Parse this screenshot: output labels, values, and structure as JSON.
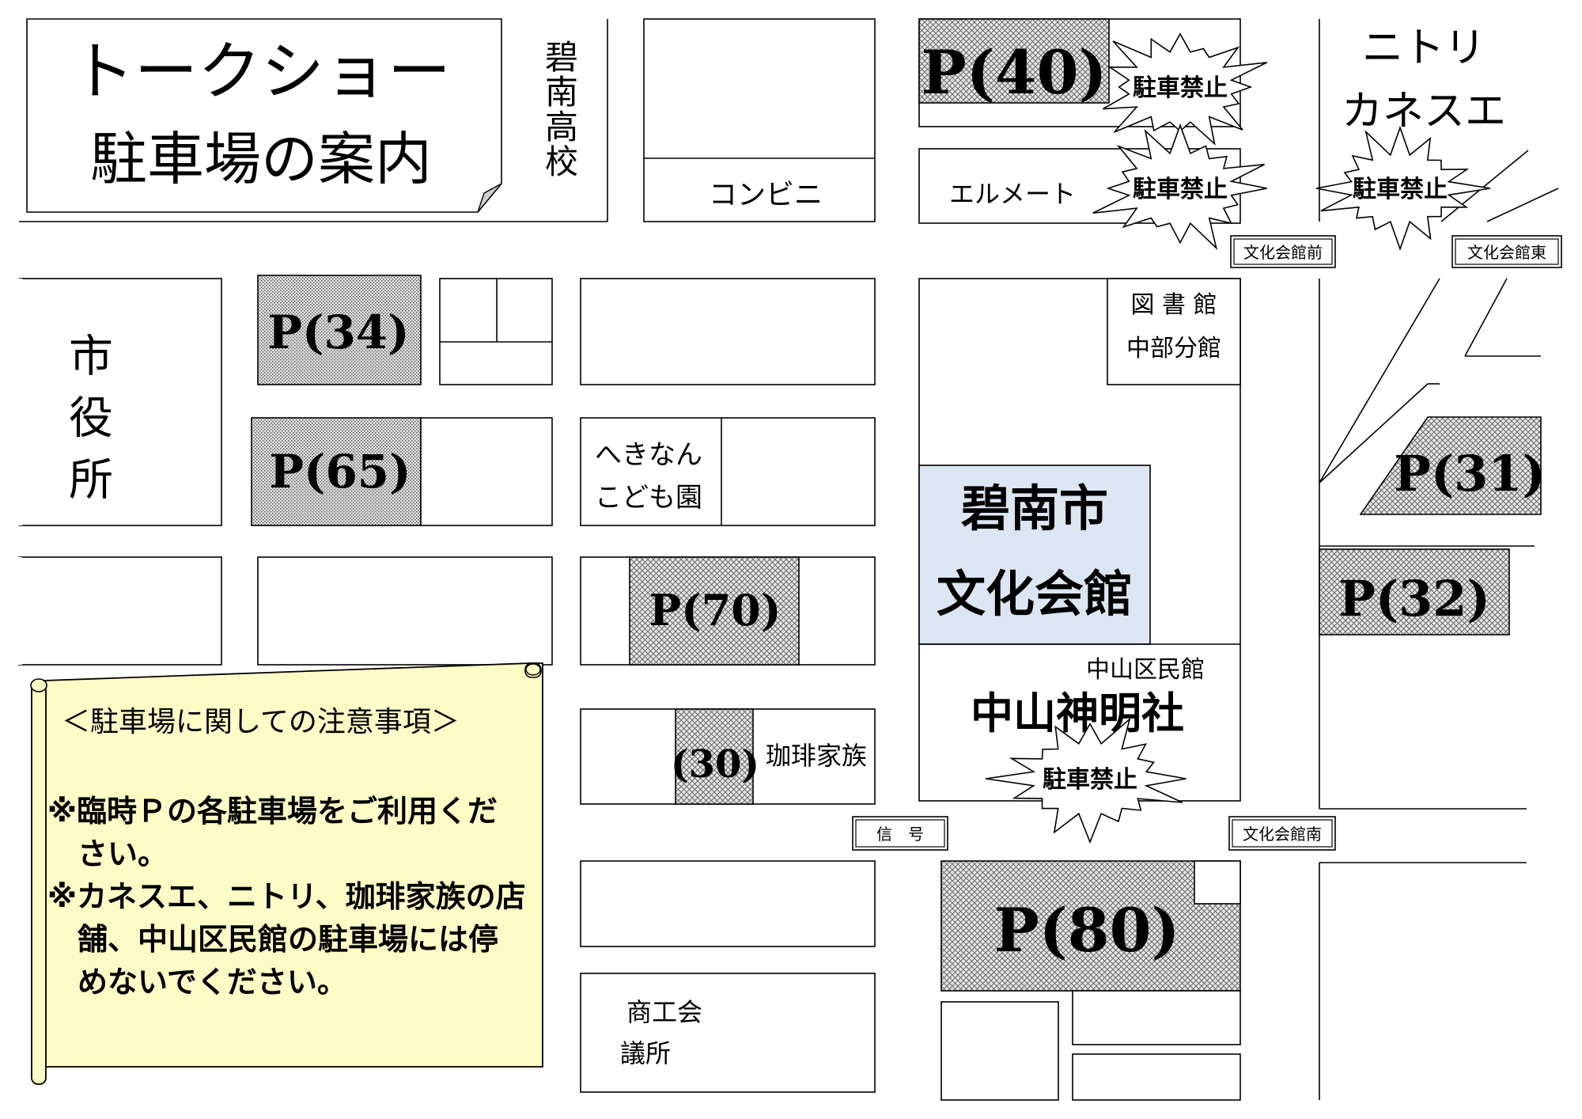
{
  "title": {
    "line1": "トークショー",
    "line2": "駐車場の案内"
  },
  "buildings": {
    "hekinan_high": "碧南高校",
    "konbini": "コンビニ",
    "elmate": "エルメート",
    "nitori_kanesue": [
      "ニトリ",
      "カネスエ"
    ],
    "city_hall": "市役所",
    "library": [
      "図 書 館",
      "中部分館"
    ],
    "kindergarten": [
      "へきなん",
      "こども園"
    ],
    "culture_hall": [
      "碧南市",
      "文化会館"
    ],
    "nakayama_hall": "中山区民館",
    "shrine": "中山神明社",
    "coffee": "珈琲家族",
    "chamber": [
      "商工会",
      "議所"
    ]
  },
  "parking": [
    {
      "id": "p40",
      "label": "P(40)"
    },
    {
      "id": "p34",
      "label": "P(34)"
    },
    {
      "id": "p65",
      "label": "P(65)"
    },
    {
      "id": "p70",
      "label": "P(70)"
    },
    {
      "id": "p30",
      "label": "(30)"
    },
    {
      "id": "p31",
      "label": "P(31)"
    },
    {
      "id": "p32",
      "label": "P(32)"
    },
    {
      "id": "p80",
      "label": "P(80)"
    }
  ],
  "no_parking_label": "駐車禁止",
  "signals": {
    "front": "文化会館前",
    "east": "文化会館東",
    "south": "文化会館南",
    "signal": "信　号"
  },
  "notice": {
    "heading": "＜駐車場に関しての注意事項＞",
    "lines": [
      "※臨時Ｐの各駐車場をご利用くだ",
      "　さい。",
      "※カネスエ、ニトリ、珈琲家族の店",
      "　舗、中山区民館の駐車場には停",
      "　めないでください。"
    ]
  },
  "colors": {
    "parking_fill": "#d6d6d6",
    "culture_hall_fill": "#dce6f2",
    "notice_fill": "#fdfbc6"
  }
}
